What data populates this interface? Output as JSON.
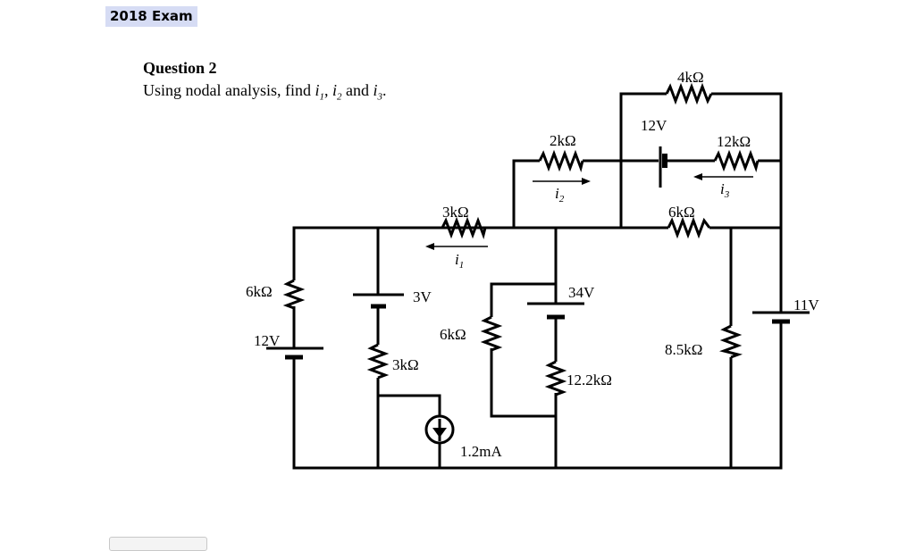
{
  "header": {
    "tag": "2018 Exam"
  },
  "question": {
    "title": "Question 2",
    "prompt": "Using nodal analysis, find",
    "i1": "i",
    "i2": "i",
    "i3": "i",
    "sub1": "1",
    "sub2": "2",
    "sub3": "3",
    "sep1": ", ",
    "sep2": " and ",
    "end": "."
  },
  "circuit": {
    "labels": {
      "r_4k": "4kΩ",
      "v_12_top": "12V",
      "r_2k": "2kΩ",
      "r_12k": "12kΩ",
      "cur_i2": "i",
      "cur_i2_sub": "2",
      "cur_i3": "i",
      "cur_i3_sub": "3",
      "r_3k_top": "3kΩ",
      "r_6k_right": "6kΩ",
      "cur_i1": "i",
      "cur_i1_sub": "1",
      "r_6k_left": "6kΩ",
      "v_3": "3V",
      "v_34": "34V",
      "v_11": "11V",
      "v_12_left": "12V",
      "r_6k_mid": "6kΩ",
      "r_8_5k": "8.5kΩ",
      "r_3k_low": "3kΩ",
      "r_12_2k": "12.2kΩ",
      "i_src": "1.2mA"
    }
  }
}
